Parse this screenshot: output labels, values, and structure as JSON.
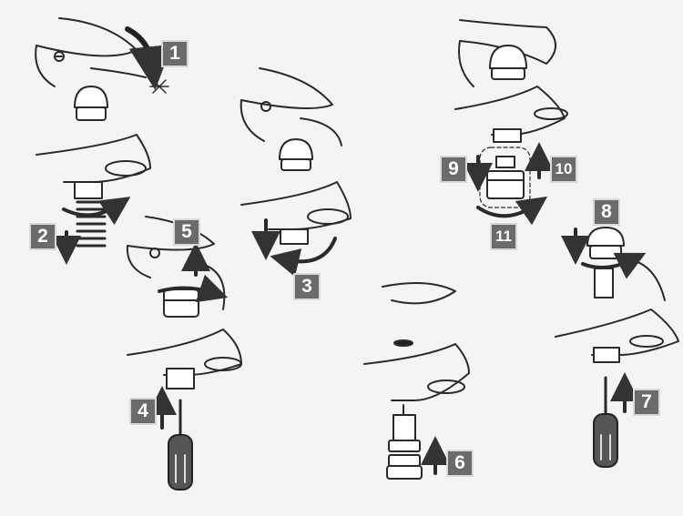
{
  "steps": [
    {
      "n": "1"
    },
    {
      "n": "2"
    },
    {
      "n": "3"
    },
    {
      "n": "4"
    },
    {
      "n": "5"
    },
    {
      "n": "6"
    },
    {
      "n": "7"
    },
    {
      "n": "8"
    },
    {
      "n": "9"
    },
    {
      "n": "10"
    },
    {
      "n": "11"
    }
  ],
  "colors": {
    "background": "#f4f4f2",
    "line": "#2a2a2a",
    "badge_fill": "#6b6b6b",
    "badge_text": "#ffffff",
    "arrow": "#333333"
  }
}
